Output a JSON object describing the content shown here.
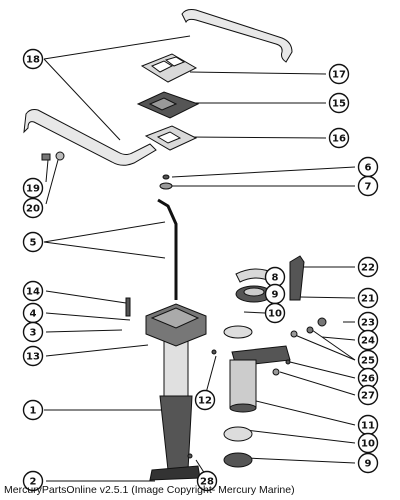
{
  "footer": {
    "credit": "MercuryPartsOnline v2.5.1 (Image Copyright- Mercury Marine)"
  },
  "callouts": [
    {
      "id": "c18",
      "label": "18"
    },
    {
      "id": "c17",
      "label": "17"
    },
    {
      "id": "c15",
      "label": "15"
    },
    {
      "id": "c16",
      "label": "16"
    },
    {
      "id": "c6",
      "label": "6"
    },
    {
      "id": "c7",
      "label": "7"
    },
    {
      "id": "c19",
      "label": "19"
    },
    {
      "id": "c20",
      "label": "20"
    },
    {
      "id": "c5",
      "label": "5"
    },
    {
      "id": "c22",
      "label": "22"
    },
    {
      "id": "c8",
      "label": "8"
    },
    {
      "id": "c9a",
      "label": "9"
    },
    {
      "id": "c14",
      "label": "14"
    },
    {
      "id": "c21",
      "label": "21"
    },
    {
      "id": "c4",
      "label": "4"
    },
    {
      "id": "c10a",
      "label": "10"
    },
    {
      "id": "c23",
      "label": "23"
    },
    {
      "id": "c3",
      "label": "3"
    },
    {
      "id": "c24",
      "label": "24"
    },
    {
      "id": "c13",
      "label": "13"
    },
    {
      "id": "c25",
      "label": "25"
    },
    {
      "id": "c26",
      "label": "26"
    },
    {
      "id": "c12",
      "label": "12"
    },
    {
      "id": "c27",
      "label": "27"
    },
    {
      "id": "c1",
      "label": "1"
    },
    {
      "id": "c11",
      "label": "11"
    },
    {
      "id": "c10b",
      "label": "10"
    },
    {
      "id": "c9b",
      "label": "9"
    },
    {
      "id": "c2",
      "label": "2"
    },
    {
      "id": "c28",
      "label": "28"
    }
  ],
  "colors": {
    "ink": "#111111",
    "part_fill": "#d9d9d9",
    "part_dark": "#555555"
  }
}
